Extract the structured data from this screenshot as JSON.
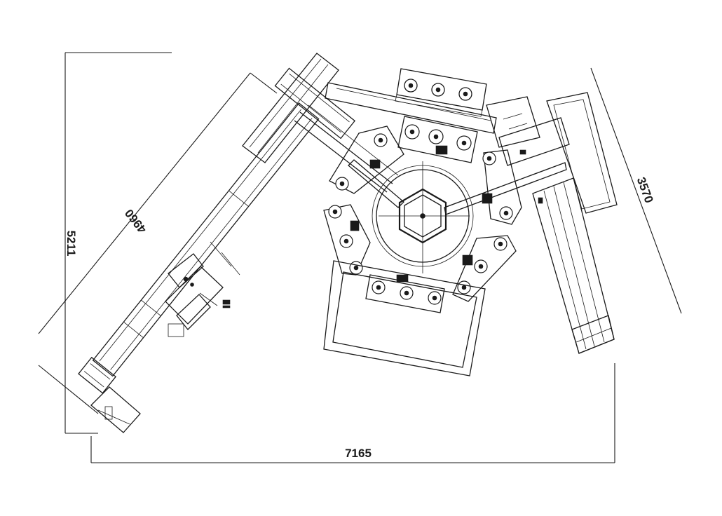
{
  "dimensions": {
    "overall_width": "7165",
    "overall_height": "5211",
    "left_arm_length": "4960",
    "right_arm_width": "3570"
  },
  "icons": {
    "roller": "roller-icon",
    "motor": "motor-icon",
    "hub": "hexagon-hub-icon"
  }
}
